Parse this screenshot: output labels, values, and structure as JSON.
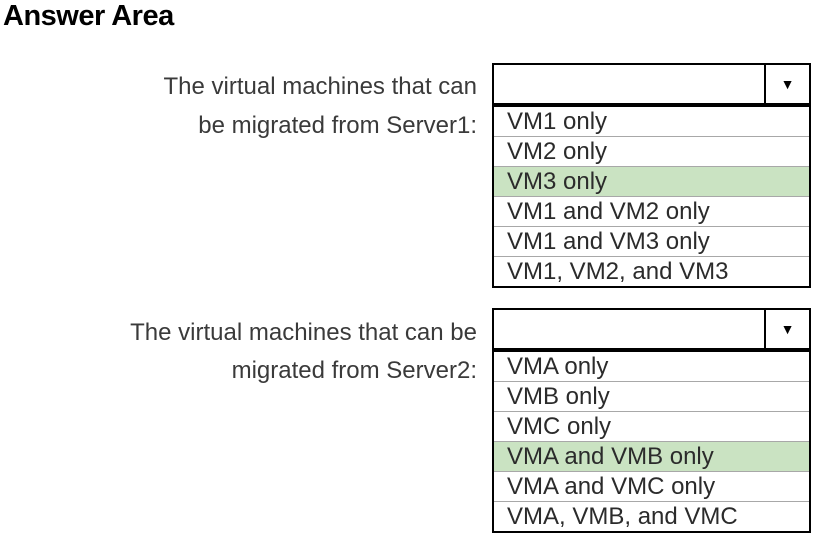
{
  "page": {
    "title": "Answer Area"
  },
  "colors": {
    "highlight_green": "#cae3c2",
    "box_border": "#000000",
    "row_separator": "#a8a8a8",
    "option_text": "#2b2b2b",
    "label_text": "#3a3a3a"
  },
  "icons": {
    "dropdown_arrow": "▼"
  },
  "questions": [
    {
      "label_lines": [
        "The virtual machines that can",
        "be migrated from Server1:"
      ],
      "dropdown": {
        "selected_value": ""
      },
      "options": [
        {
          "label": "VM1 only",
          "highlighted": false
        },
        {
          "label": "VM2 only",
          "highlighted": false
        },
        {
          "label": "VM3 only",
          "highlighted": true
        },
        {
          "label": "VM1 and VM2 only",
          "highlighted": false
        },
        {
          "label": "VM1 and VM3 only",
          "highlighted": false
        },
        {
          "label": "VM1, VM2, and VM3",
          "highlighted": false
        }
      ]
    },
    {
      "label_lines": [
        "The virtual machines that can be",
        "migrated from Server2:"
      ],
      "dropdown": {
        "selected_value": ""
      },
      "options": [
        {
          "label": "VMA only",
          "highlighted": false
        },
        {
          "label": "VMB only",
          "highlighted": false
        },
        {
          "label": "VMC only",
          "highlighted": false
        },
        {
          "label": "VMA and VMB only",
          "highlighted": true
        },
        {
          "label": "VMA and VMC only",
          "highlighted": false
        },
        {
          "label": "VMA, VMB, and VMC",
          "highlighted": false
        }
      ]
    }
  ]
}
